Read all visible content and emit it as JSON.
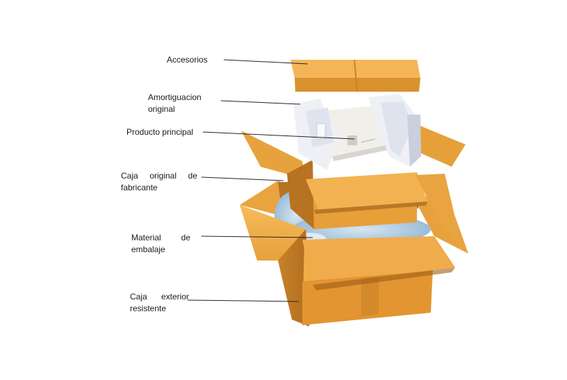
{
  "labels": {
    "accesorios": "Accesorios",
    "amortiguacion_line1": "Amortiguacion",
    "amortiguacion_line2": "original",
    "producto": "Producto principal",
    "caja_original_w1": "Caja",
    "caja_original_w2": "original",
    "caja_original_w3": "de",
    "caja_original_line2": "fabricante",
    "material_w1": "Material",
    "material_w2": "de",
    "material_line2": "embalaje",
    "caja_exterior_w1": "Caja",
    "caja_exterior_w2": "exterior",
    "caja_exterior_line2": "resistente"
  },
  "colors": {
    "cardboard_light": "#f5b654",
    "cardboard_mid": "#e8a23d",
    "cardboard_dark": "#c47e22",
    "cardboard_shadow": "#9c5d17",
    "foam_blue": "#a9c8e0",
    "styrofoam": "#eef0f6",
    "leader_line": "#222222"
  },
  "icons": [
    "cardboard-box-illustration",
    "styrofoam-block",
    "packing-peanuts"
  ]
}
